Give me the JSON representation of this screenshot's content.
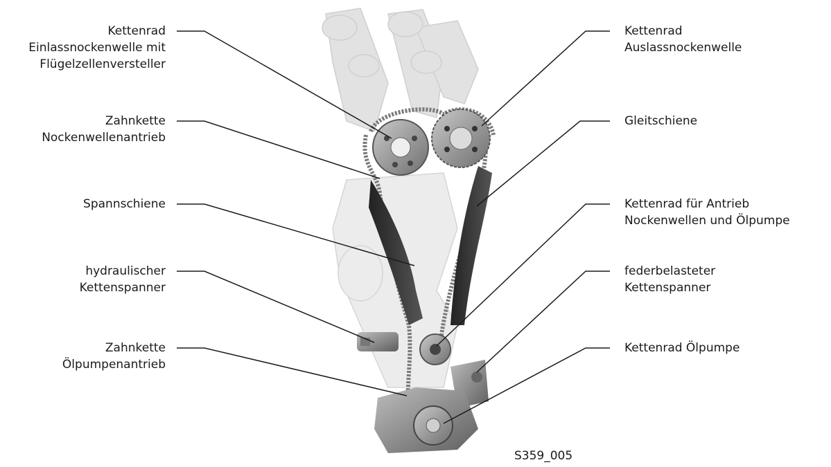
{
  "labels": {
    "kettenrad_einlass": [
      "Kettenrad",
      "Einlassnockenwelle mit",
      "Flügelzellenversteller"
    ],
    "zahnkette_nockenwellenantrieb": [
      "Zahnkette",
      "Nockenwellenantrieb"
    ],
    "spannschiene": [
      "Spannschiene"
    ],
    "hydraulischer_kettenspanner": [
      "hydraulischer",
      "Kettenspanner"
    ],
    "zahnkette_oelpumpenantrieb": [
      "Zahnkette",
      "Ölpumpenantrieb"
    ],
    "kettenrad_auslass": [
      "Kettenrad",
      "Auslassnockenwelle"
    ],
    "gleitschiene": [
      "Gleitschiene"
    ],
    "kettenrad_antrieb": [
      "Kettenrad für Antrieb",
      "Nockenwellen und Ölpumpe"
    ],
    "federbelasteter_kettenspanner": [
      "federbelasteter",
      "Kettenspanner"
    ],
    "kettenrad_oelpumpe": [
      "Kettenrad Ölpumpe"
    ]
  },
  "figure_id": "S359_005",
  "colors": {
    "text": "#1a1a1a",
    "leader_line": "#1a1a1a",
    "ghost_engine": "#d6d6d6",
    "chain_rail": "#3a3a3a",
    "sprocket": "#8a8a8a",
    "housing": "#9a9a9a"
  }
}
